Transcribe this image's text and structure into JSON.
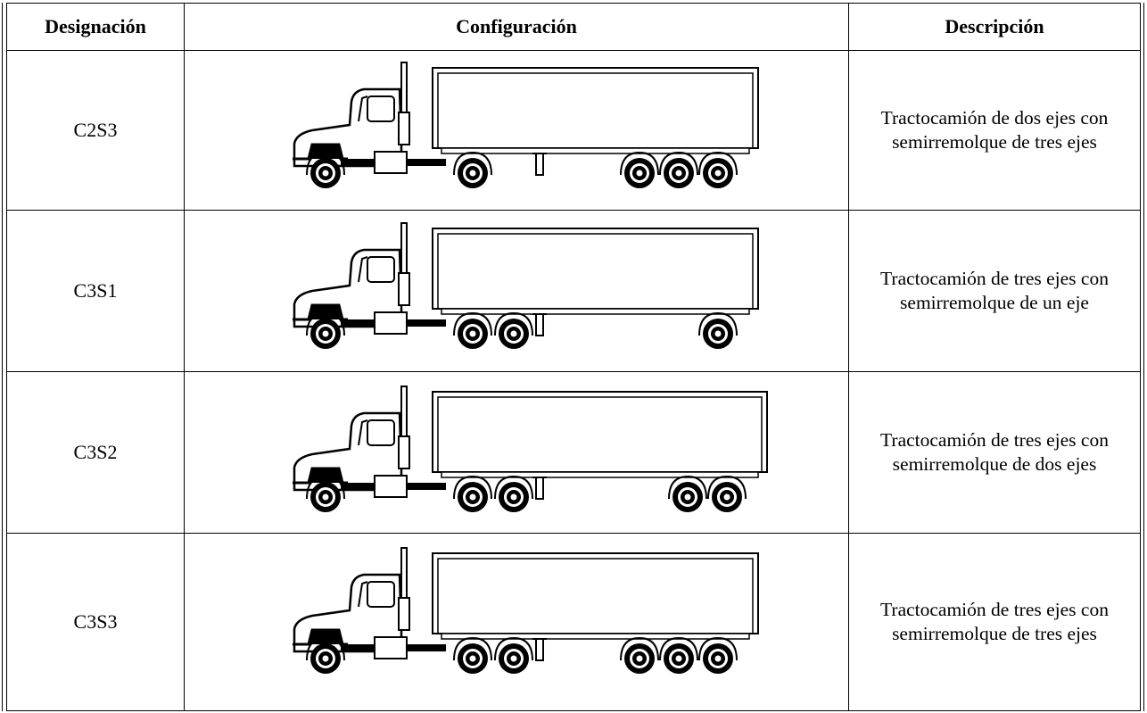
{
  "table": {
    "headers": {
      "designation": "Designación",
      "configuration": "Configuración",
      "description": "Descripción"
    },
    "rows": [
      {
        "designation": "C2S3",
        "description": "Tractocamión  de dos ejes con semirremolque de tres ejes",
        "tractor_axles": 2,
        "trailer_axles": 3,
        "truck_icon": "truck-c2s3-icon"
      },
      {
        "designation": "C3S1",
        "description": "Tractocamión  de tres  ejes con semirremolque de un eje",
        "tractor_axles": 3,
        "trailer_axles": 1,
        "truck_icon": "truck-c3s1-icon"
      },
      {
        "designation": "C3S2",
        "description": "Tractocamión  de tres ejes con semirremolque de dos ejes",
        "tractor_axles": 3,
        "trailer_axles": 2,
        "truck_icon": "truck-c3s2-icon"
      },
      {
        "designation": "C3S3",
        "description": "Tractocamión  de tres ejes con semirremolque de tres ejes",
        "tractor_axles": 3,
        "trailer_axles": 3,
        "truck_icon": "truck-c3s3-icon"
      }
    ]
  }
}
